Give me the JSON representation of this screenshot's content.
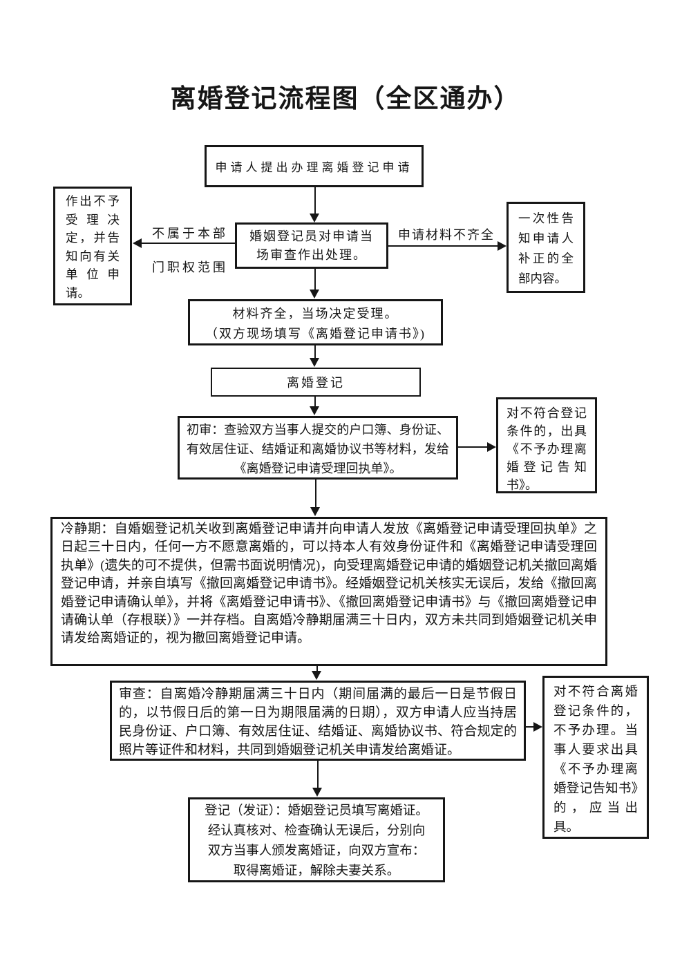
{
  "page": {
    "title": "离婚登记流程图（全区通办）"
  },
  "colors": {
    "ink": "#161616",
    "paper": "#ffffff"
  },
  "flow": {
    "apply": "申请人提出办理离婚登记申请",
    "review": "婚姻登记员对申请当\n场审查作出处理。",
    "branch_left": "不属于本部\n门职权范围",
    "branch_right": "申请材料不齐全",
    "reject": "作出不予受理决定，并告知向有关单位申请。",
    "notify": "一次性告知申请人补正的全部内容。",
    "accept": "材料齐全，当场决定受理。\n（双方现场填写《离婚登记申请书》)",
    "register": "离婚登记",
    "first_review": "初审：查验双方当事人提交的户口簿、身份证、有效居住证、结婚证和离婚协议书等材料，发给《离婚登记申请受理回执单》。",
    "fail_notice": "对不符合登记条件的，出具《不予办理离婚登记告知书》。",
    "cooling_off": "冷静期：自婚姻登记机关收到离婚登记申请并向申请人发放《离婚登记申请受理回执单》之日起三十日内，任何一方不愿意离婚的，可以持本人有效身份证件和《离婚登记申请受理回执单》(遗失的可不提供，但需书面说明情况)，向受理离婚登记申请的婚姻登记机关撤回离婚登记申请，并亲自填写《撤回离婚登记申请书》。经婚姻登记机关核实无误后，发给《撤回离婚登记申请确认单》，并将《离婚登记申请书》、《撤回离婚登记申请书》与《撤回离婚登记申请确认单（存根联）》一并存档。自离婚冷静期届满三十日内，双方未共同到婚姻登记机关申请发给离婚证的，视为撤回离婚登记申请。",
    "examine": "审查：自离婚冷静期届满三十日内（期间届满的最后一日是节假日的，以节假日后的第一日为期限届满的日期），双方申请人应当持居民身份证、户口簿、有效居住证、结婚证、离婚协议书、符合规定的照片等证件和材料，共同到婚姻登记机关申请发给离婚证。",
    "refuse": "对不符合离婚登记条件的，不予办理。当事人要求出具《不予办理离婚登记告知书》的，应当出具。",
    "issue": "登记（发证）：婚姻登记员填写离婚证。\n经认真核对、检查确认无误后，分别向\n双方当事人颁发离婚证，向双方宣布：\n取得离婚证，解除夫妻关系。"
  }
}
